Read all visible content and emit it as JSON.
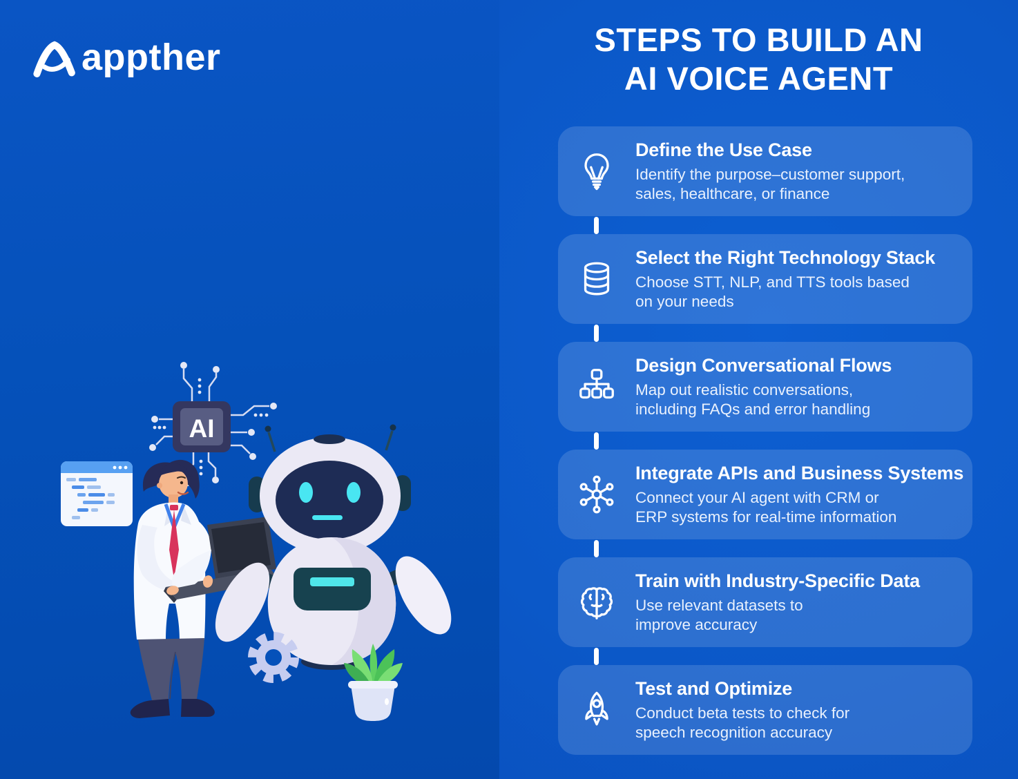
{
  "brand": {
    "name": "Aappther",
    "wordmark": "appther",
    "logo_icon": "stylized-a-icon"
  },
  "header": {
    "title_line1": "STEPS TO BUILD AN",
    "title_line2": "AI VOICE AGENT"
  },
  "steps": [
    {
      "icon": "lightbulb-icon",
      "title": "Define the Use Case",
      "description": "Identify the purpose–customer support,\nsales, healthcare, or finance"
    },
    {
      "icon": "database-icon",
      "title": "Select the Right Technology Stack",
      "description": "Choose STT, NLP, and TTS tools based\non your needs"
    },
    {
      "icon": "flowchart-icon",
      "title": "Design Conversational Flows",
      "description": "Map out realistic conversations,\nincluding FAQs and error handling"
    },
    {
      "icon": "network-hub-icon",
      "title": "Integrate APIs and Business Systems",
      "description": "Connect your AI agent with CRM or\nERP systems for real-time information"
    },
    {
      "icon": "brain-icon",
      "title": "Train with Industry-Specific Data",
      "description": "Use relevant datasets to\nimprove accuracy"
    },
    {
      "icon": "rocket-icon",
      "title": "Test and Optimize",
      "description": "Conduct beta tests to check for\nspeech recognition accuracy"
    }
  ],
  "illustration": {
    "chip_label": "AI"
  },
  "colors": {
    "background_left": "#0551ba",
    "background_right": "#0b58c8",
    "card": "rgba(255,255,255,0.14)",
    "accent_cyan": "#49e6f2",
    "text": "#ffffff"
  }
}
